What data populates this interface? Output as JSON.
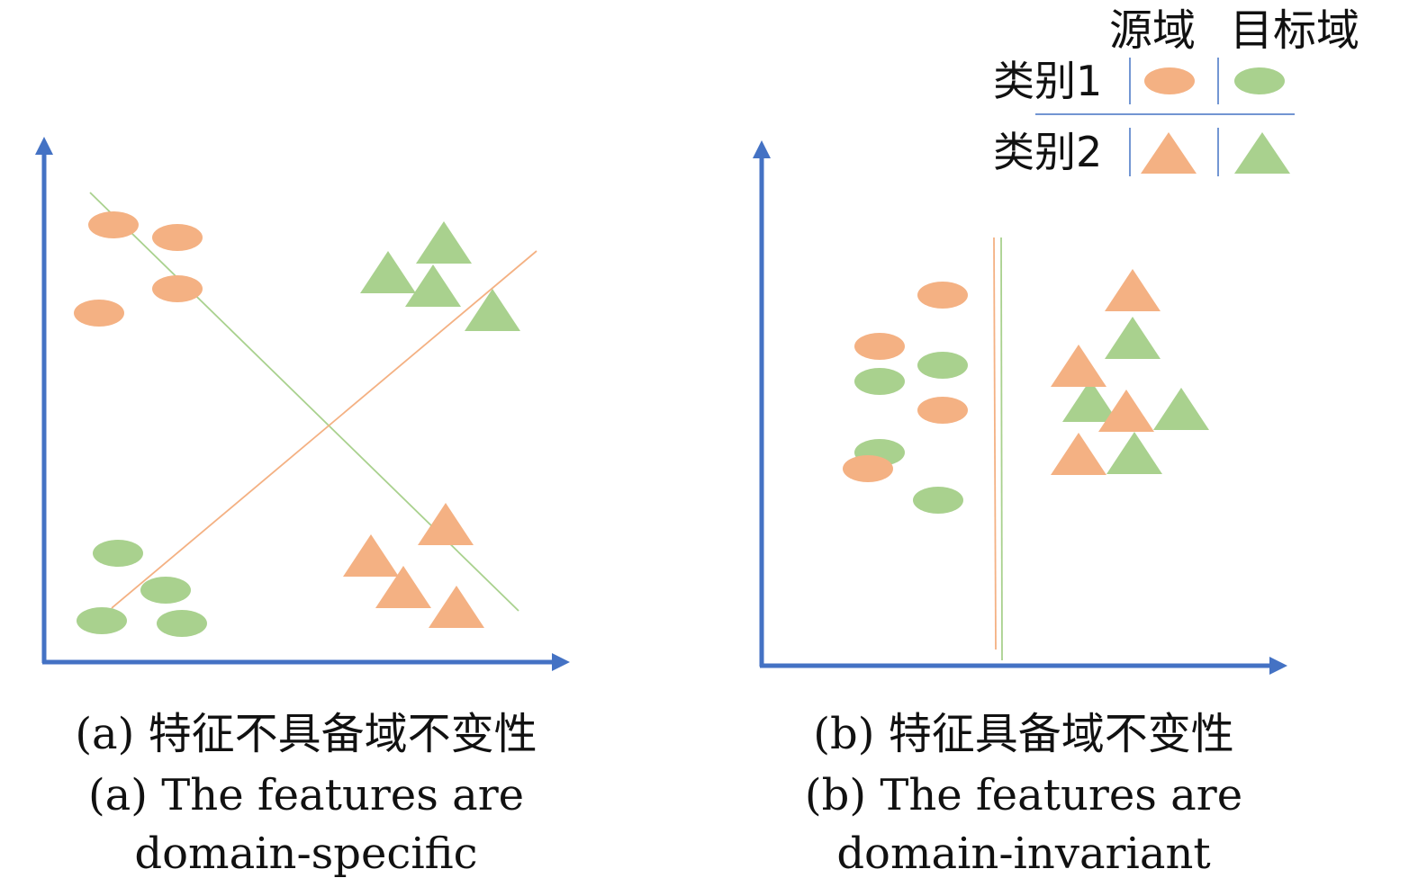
{
  "colors": {
    "axis": "#4472C4",
    "source": "#F4B183",
    "target": "#A9D18E",
    "legend_line": "#4472C4"
  },
  "legend": {
    "header_source": "源域",
    "header_target": "目标域",
    "class1": "类别1",
    "class2": "类别2"
  },
  "panel_a": {
    "caption_cn": "(a) 特征不具备域不变性",
    "caption_en_line1": "(a) The features are",
    "caption_en_line2": "domain-specific"
  },
  "panel_b": {
    "caption_cn": "(b) 特征具备域不变性",
    "caption_en_line1": "(b) The features are",
    "caption_en_line2": "domain-invariant"
  }
}
